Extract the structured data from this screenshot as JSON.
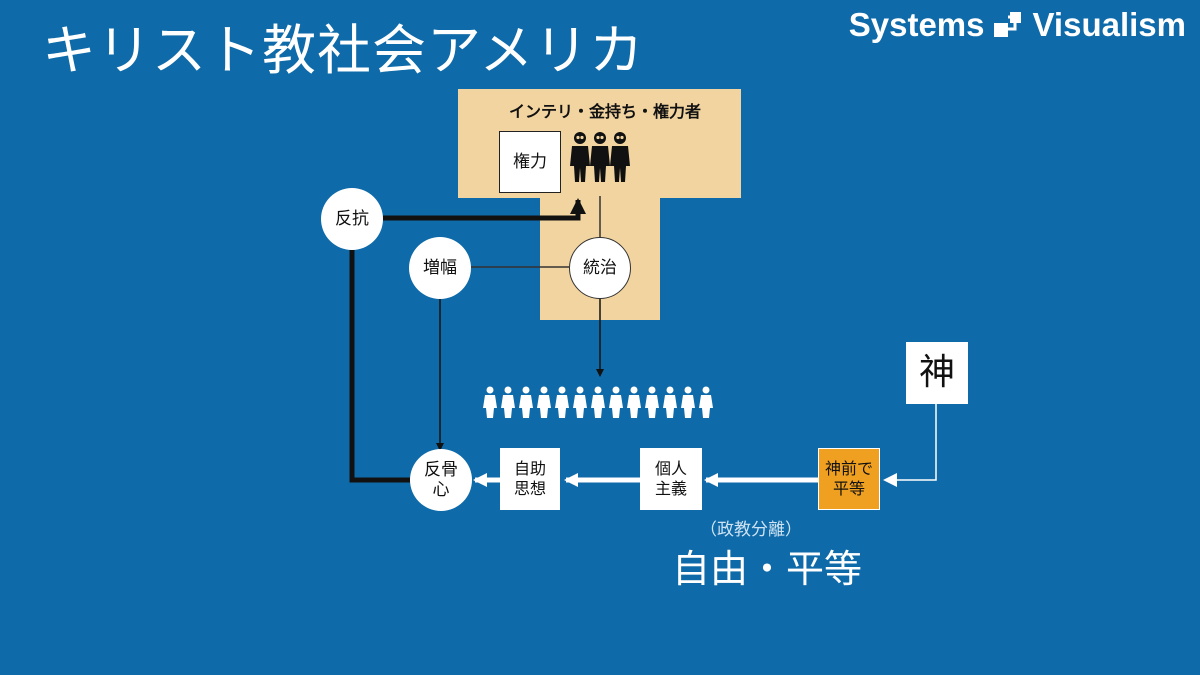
{
  "title": "キリスト教社会アメリカ",
  "brand": {
    "name": "Systems Visualism",
    "left": "Systems",
    "right": "Visualism",
    "logo_icon": "systems-visualism-logo-icon"
  },
  "elite": {
    "label": "インテリ・金持ち・権力者",
    "power_box": "権力",
    "people_icon": "skull-people-icon"
  },
  "nodes": {
    "hankou": "反抗",
    "zoufuku": "増幅",
    "touchi": "統治",
    "hankotsu": "反骨\n心",
    "jijo": "自助\n思想",
    "kojin": "個人\n主義",
    "shinzen": "神前で\n平等",
    "kami": "神"
  },
  "masses": {
    "count": 13,
    "icon": "people-crowd-icon"
  },
  "captions": {
    "separation": "（政教分離）",
    "freedom": "自由・平等"
  },
  "colors": {
    "background": "#0e6aa8",
    "elite_area": "#f2d4a0",
    "highlight_box": "#f0a020",
    "white": "#ffffff",
    "ink": "#111111"
  }
}
